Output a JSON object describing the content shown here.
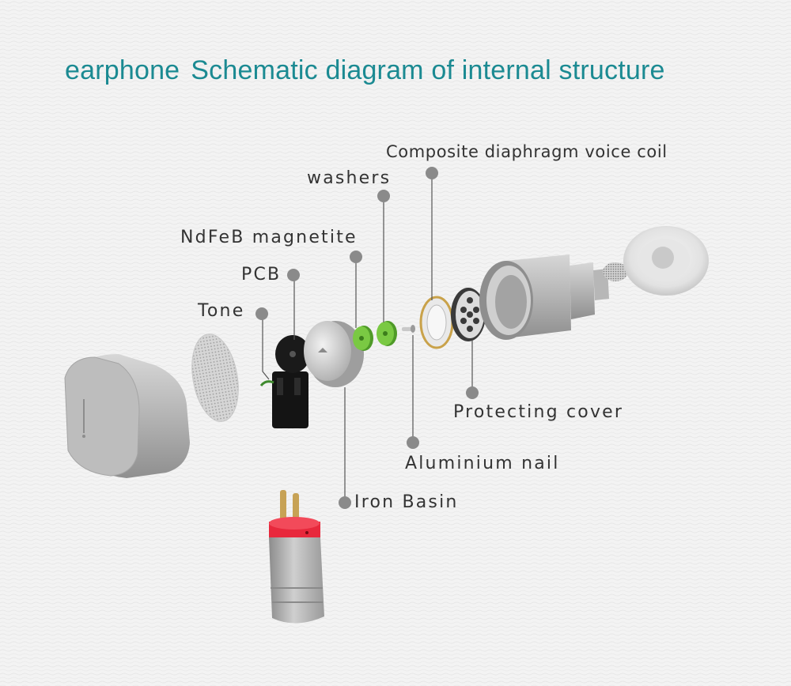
{
  "title": {
    "part1": "earphone",
    "part2": "Schematic diagram of internal structure"
  },
  "labels": {
    "composite": "Composite diaphragm voice coil",
    "washers": "washers",
    "ndfeb": "NdFeB magnetite",
    "pcb": "PCB",
    "tone": "Tone",
    "protecting_cover": "Protecting cover",
    "aluminium_nail": "Aluminium nail",
    "iron_basin": "Iron Basin"
  },
  "colors": {
    "title": "#1b8a92",
    "label": "#333333",
    "leader": "#555555",
    "dot": "#8a8a8a",
    "washer": "#7ac943",
    "connector_band": "#e8283c"
  }
}
